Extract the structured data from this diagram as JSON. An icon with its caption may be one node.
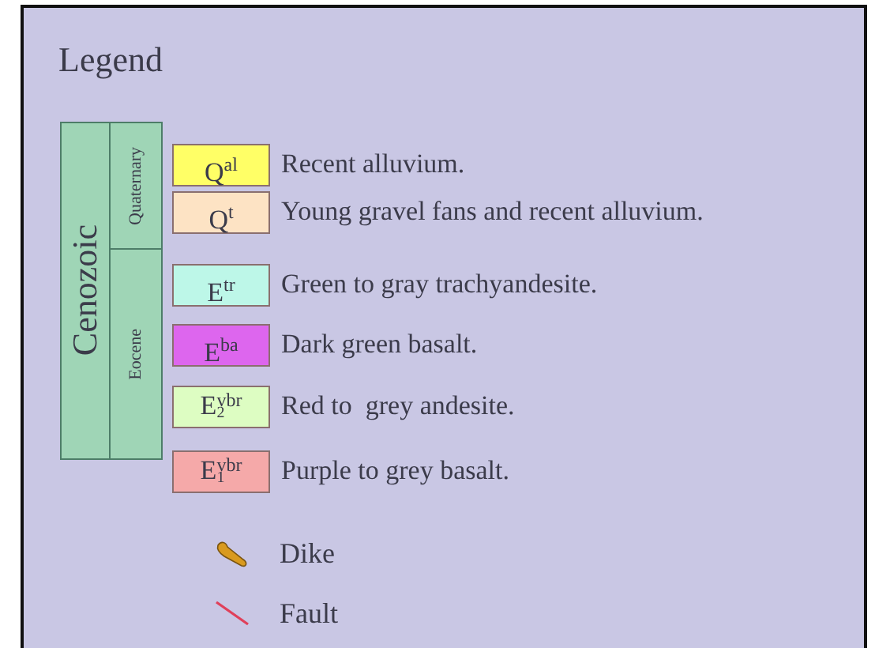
{
  "diagram": {
    "title": "Legend",
    "nodes": [
      {
        "text": [
          "Cenozoic"
        ]
      },
      {
        "text": [
          "Quaternary"
        ]
      },
      {
        "text": [
          "Eocene"
        ]
      }
    ],
    "edges": [],
    "labels": [
      "Q$^{al}$",
      "Q$^{t}$",
      "E$^{tr}$",
      "E$^{ba}$",
      "E$_{2}$$^{vbr}$",
      "E$_{1}$$^{vbr}$"
    ],
    "legend": [
      {
        "text": "Recent alluvium.",
        "color": "#ffff66"
      },
      {
        "text": "Young gravel fans and recent alluvium.",
        "color": "#fde3c4"
      },
      {
        "text": "Green to gray trachyandesite.",
        "color": "#bdf7e8"
      },
      {
        "text": "Dark green basalt.",
        "color": "#dd66ee"
      },
      {
        "text": "Red to  grey andesite.",
        "color": "#ddfdc2"
      },
      {
        "text": "Purple to grey basalt.",
        "color": "#f5a9a9"
      },
      {
        "text": "Dike"
      },
      {
        "text": "Fault"
      }
    ]
  }
}
